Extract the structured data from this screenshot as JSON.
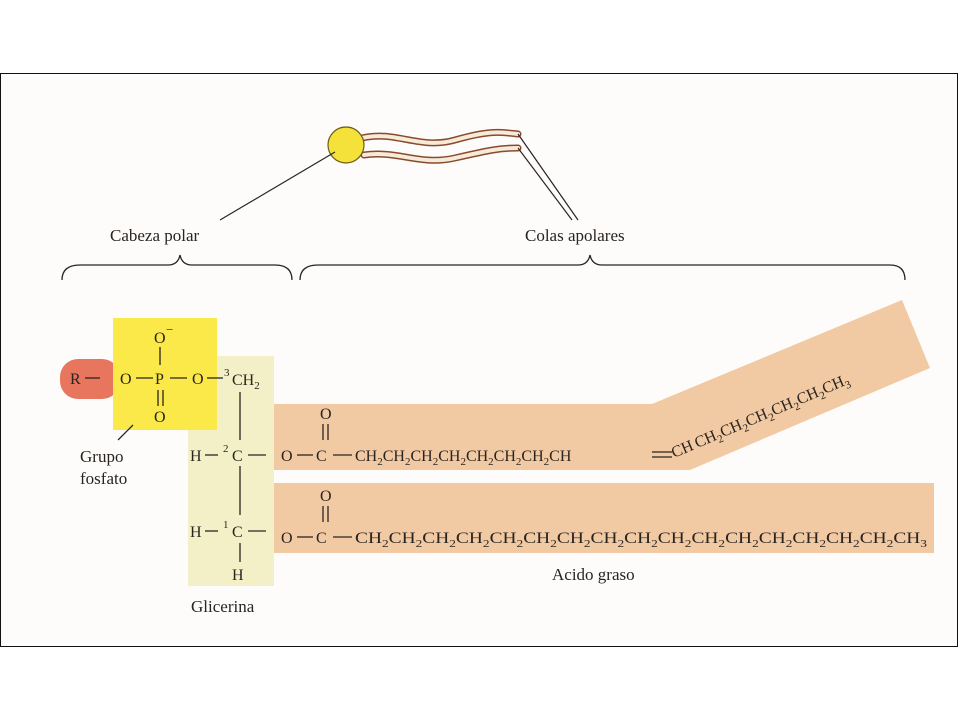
{
  "labels": {
    "cabeza_polar": "Cabeza polar",
    "colas_apolares": "Colas apolares",
    "grupo": "Grupo",
    "fosfato": "fosfato",
    "glicerina": "Glicerina",
    "acido_graso": "Acido graso"
  },
  "formula": {
    "R": "R",
    "O": "O",
    "O_minus": "O",
    "minus": "−",
    "P": "P",
    "C": "C",
    "H": "H",
    "CH": "CH",
    "n3": "3",
    "n2": "2",
    "n1": "1",
    "sub2": "2",
    "sub3": "3",
    "chain1_left_end": "CH",
    "chain1_right_start": "CH",
    "chain2_last": "CH"
  },
  "colors": {
    "phosphate_box": "#fbe94a",
    "r_group": "#e8755e",
    "glycerol_box": "#f3f0c8",
    "fatty_acid_band": "#f1c9a3",
    "head": "#f4e23a"
  }
}
